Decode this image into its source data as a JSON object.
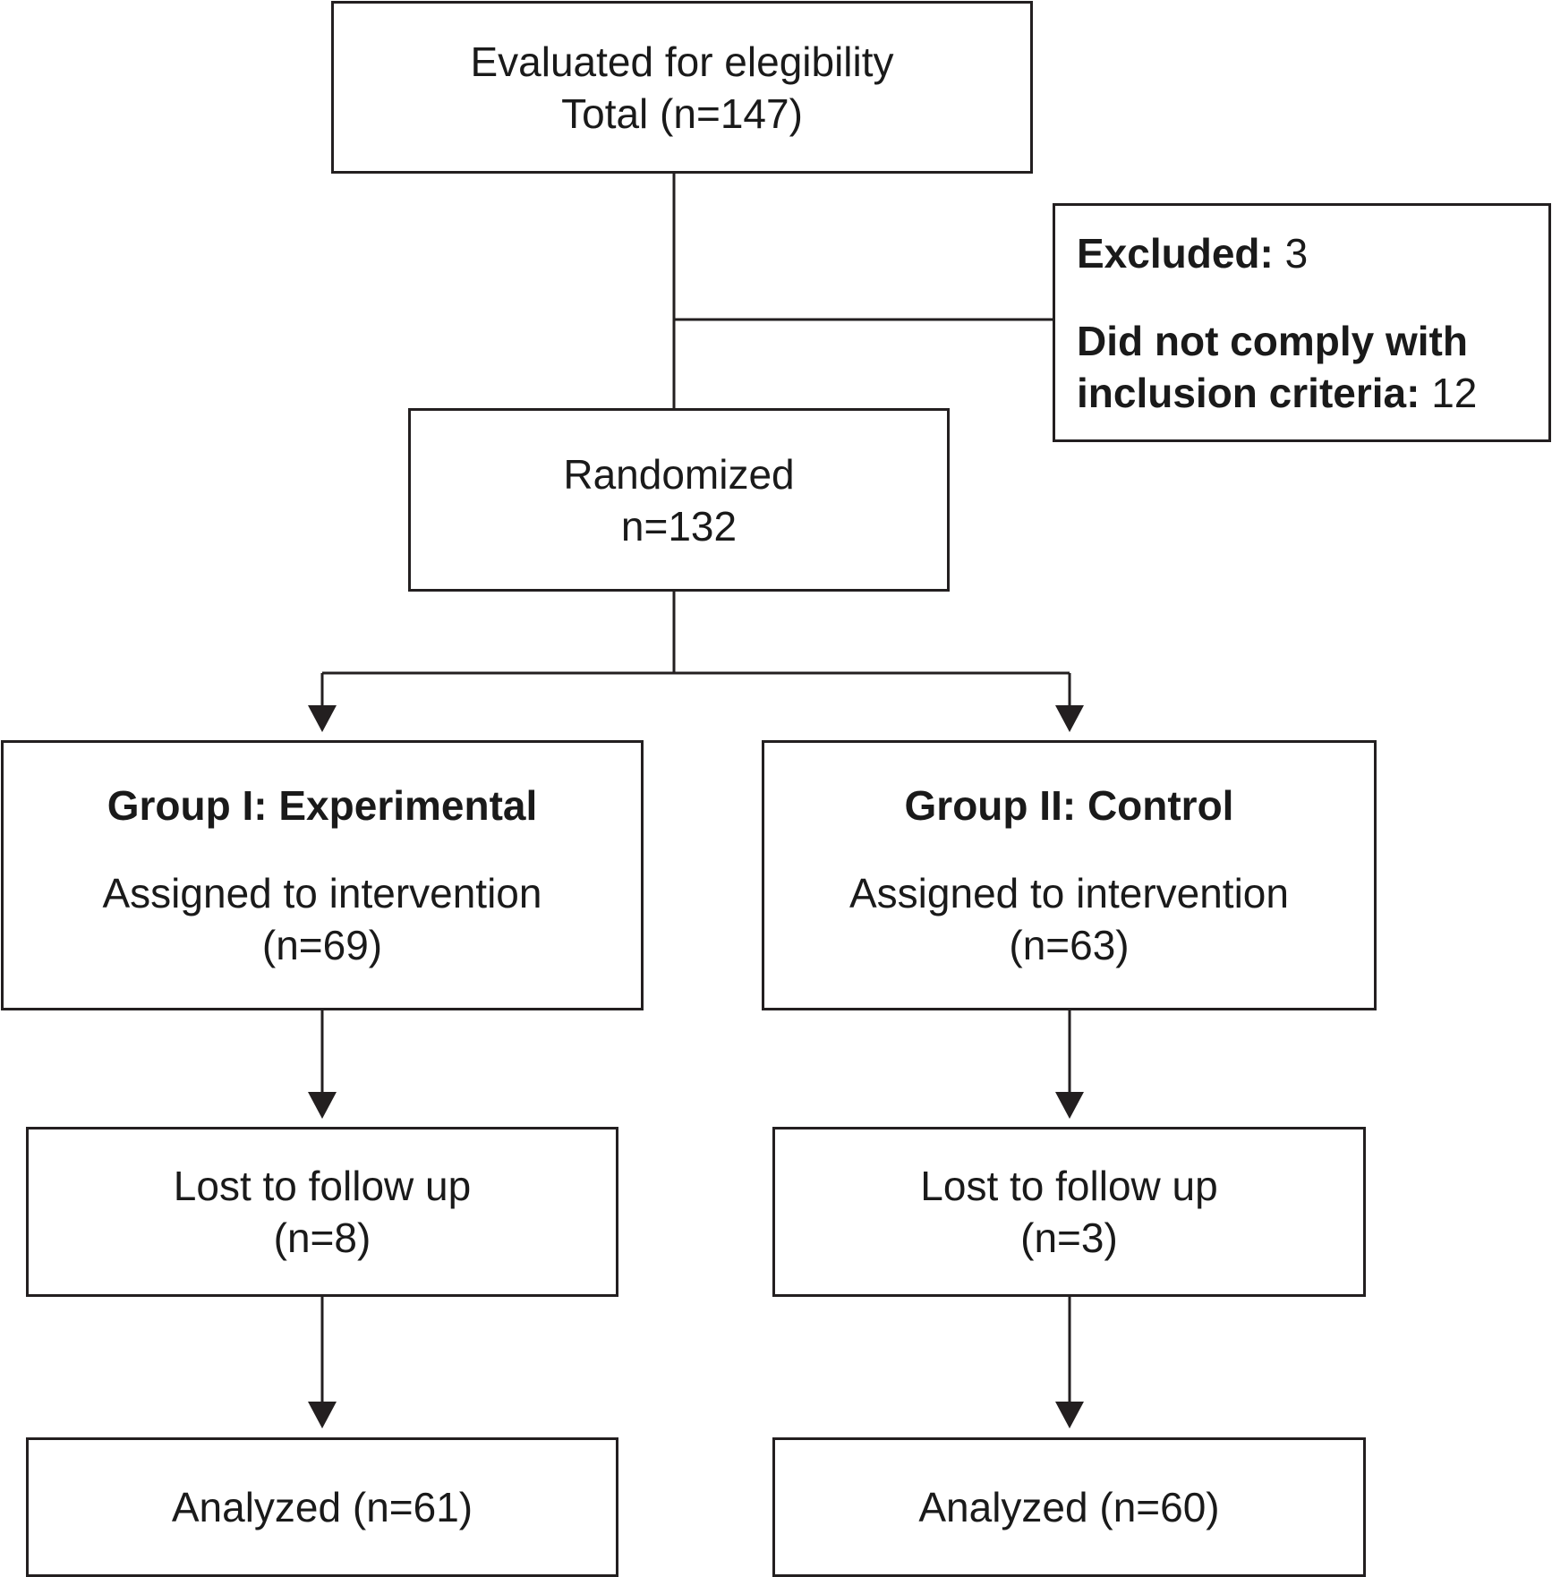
{
  "eligibility": {
    "line1": "Evaluated for elegibility",
    "line2": "Total (n=147)"
  },
  "excluded": {
    "label1": "Excluded:",
    "value1": "3",
    "label2a": "Did not comply with",
    "label2b": "inclusion criteria:",
    "value2": "12"
  },
  "randomized": {
    "line1": "Randomized",
    "line2": "n=132"
  },
  "group1": {
    "title": "Group I: Experimental",
    "line1": "Assigned to intervention",
    "line2": "(n=69)",
    "lost_line1": "Lost to follow up",
    "lost_line2": "(n=8)",
    "analyzed": "Analyzed (n=61)"
  },
  "group2": {
    "title": "Group II: Control",
    "line1": "Assigned to intervention",
    "line2": "(n=63)",
    "lost_line1": "Lost to follow up",
    "lost_line2": "(n=3)",
    "analyzed": "Analyzed (n=60)"
  },
  "colors": {
    "line": "#231f20",
    "text": "#1a1a1a",
    "background": "#ffffff"
  }
}
